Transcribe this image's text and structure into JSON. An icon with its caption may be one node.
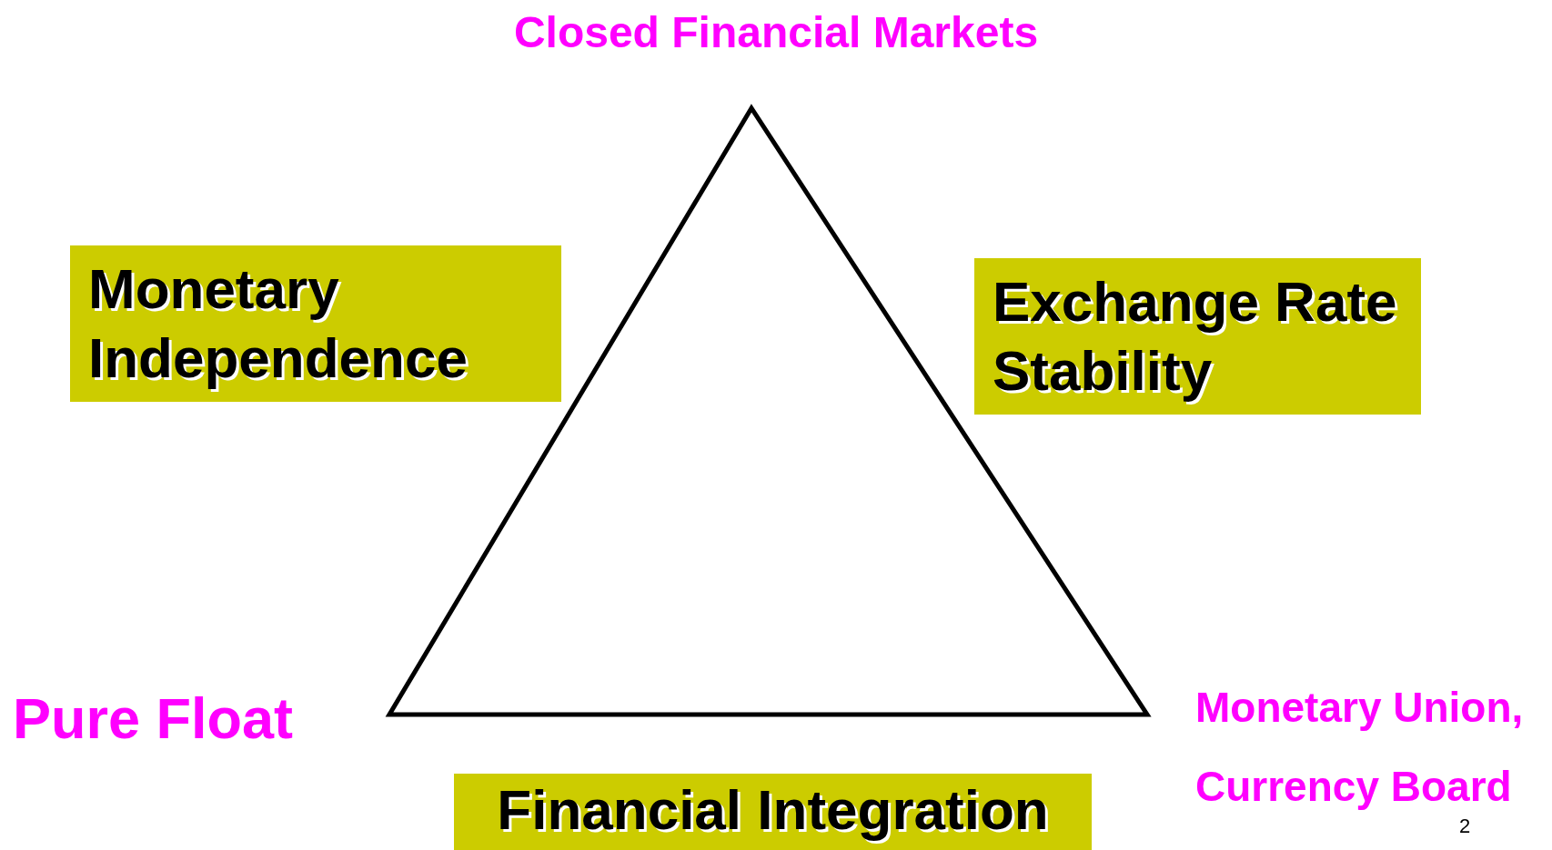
{
  "diagram": {
    "nodes": [
      {
        "text": [
          "Monetary Independence"
        ]
      },
      {
        "text": [
          "Exchange Rate Stability"
        ]
      },
      {
        "text": [
          "Financial Integration"
        ]
      }
    ],
    "labels": [
      "Closed Financial Markets",
      "Pure Float",
      "Monetary Union, Currency Board",
      "2"
    ]
  }
}
